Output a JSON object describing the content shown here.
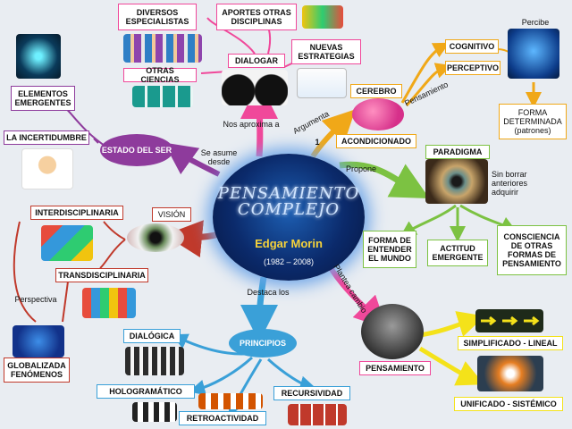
{
  "center": {
    "title": "PENSAMIENTO COMPLEJO",
    "author": "Edgar Morin",
    "years": "(1982 – 2008)"
  },
  "nodes": {
    "diversos_especialistas": "DIVERSOS ESPECIALISTAS",
    "aportes_otras_disciplinas": "APORTES OTRAS DISCIPLINAS",
    "dialogar": "DIALOGAR",
    "nuevas_estrategias": "NUEVAS ESTRATEGIAS",
    "otras_ciencias": "OTRAS CIENCIAS",
    "elementos_emergentes": "ELEMENTOS EMERGENTES",
    "la_incertidumbre": "LA INCERTIDUMBRE",
    "estado_del_ser": "ESTADO DEL SER",
    "cerebro": "CEREBRO",
    "cognitivo": "COGNITIVO",
    "perceptivo": "PERCEPTIVO",
    "forma_determinada": "FORMA DETERMINADA (patrones)",
    "acondicionado": "ACONDICIONADO",
    "paradigma": "PARADIGMA",
    "forma_de_entender": "FORMA DE ENTENDER EL MUNDO",
    "actitud_emergente": "ACTITUD EMERGENTE",
    "conciencia": "CONSCIENCIA DE OTRAS FORMAS DE PENSAMIENTO",
    "interdisciplinaria": "INTERDISCIPLINARIA",
    "vision": "VISIÓN",
    "transdisciplinaria": "TRANSDISCIPLINARIA",
    "globalizada": "GLOBALIZADA FENÓMENOS",
    "principios": "PRINCIPIOS",
    "dialogica": "DIALÓGICA",
    "holografmatico": "HOLOGRAMÁTICO",
    "recursividad": "RECURSIVIDAD",
    "retroactividad": "RETROACTIVIDAD",
    "pensamiento": "PENSAMIENTO",
    "simplificado": "SIMPLIFICADO - LINEAL",
    "unificado": "UNIFICADO - SISTÉMICO"
  },
  "labels": {
    "nos_aproxima": "Nos aproxima a",
    "argumenta": "Argumenta",
    "uno": "1",
    "pensamiento_link": "Pensamiento",
    "percibe": "Percibe",
    "se_asume": "Se asume desde",
    "propone": "Propone",
    "sin_borrar": "Sin borrar anteriores adquirir",
    "perspectiva": "Perspectiva",
    "destaca": "Destaca los",
    "plantea": "Plantea cambio"
  },
  "colors": {
    "pink": "#f0489a",
    "purple": "#8e3b9c",
    "orange": "#f0a818",
    "green": "#7cc242",
    "red": "#c0392b",
    "blue": "#3aa0d8",
    "yellow": "#f4e21a"
  }
}
